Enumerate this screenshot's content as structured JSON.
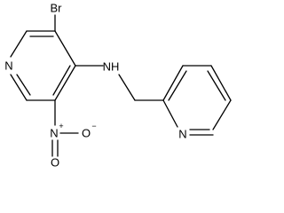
{
  "molecule": {
    "atoms": {
      "br": "Br",
      "nh": "NH",
      "n_pyridine_left": "N",
      "n_pyridine_right": "N",
      "n_nitro": "N",
      "o_single": "O",
      "o_double": "O"
    },
    "charges": {
      "n_nitro": "+",
      "o_single": "−"
    }
  }
}
